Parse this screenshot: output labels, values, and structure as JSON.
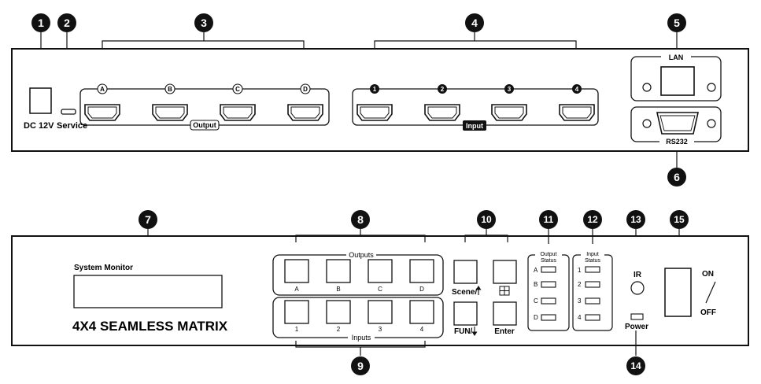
{
  "callouts": [
    "1",
    "2",
    "3",
    "4",
    "5",
    "6",
    "7",
    "8",
    "9",
    "10",
    "11",
    "12",
    "13",
    "14",
    "15"
  ],
  "rear_panel": {
    "dc_label": "DC 12V",
    "service_label": "Service",
    "output_group_label": "Output",
    "output_ports": [
      "A",
      "B",
      "C",
      "D"
    ],
    "input_group_label": "Input",
    "input_ports": [
      "1",
      "2",
      "3",
      "4"
    ],
    "lan_label": "LAN",
    "rs232_label": "RS232"
  },
  "front_panel": {
    "system_monitor_label": "System Monitor",
    "title": "4X4 SEAMLESS MATRIX",
    "outputs_label": "Outputs",
    "output_buttons": [
      "A",
      "B",
      "C",
      "D"
    ],
    "inputs_label": "Inputs",
    "input_buttons": [
      "1",
      "2",
      "3",
      "4"
    ],
    "scene_label": "Scene/",
    "fun_label": "FUN/",
    "enter_label": "Enter",
    "output_status_label": [
      "Output",
      "Status"
    ],
    "output_status_rows": [
      "A",
      "B",
      "C",
      "D"
    ],
    "input_status_label": [
      "Input",
      "Status"
    ],
    "input_status_rows": [
      "1",
      "2",
      "3",
      "4"
    ],
    "ir_label": "IR",
    "power_label": "Power",
    "on_label": "ON",
    "off_label": "OFF"
  }
}
